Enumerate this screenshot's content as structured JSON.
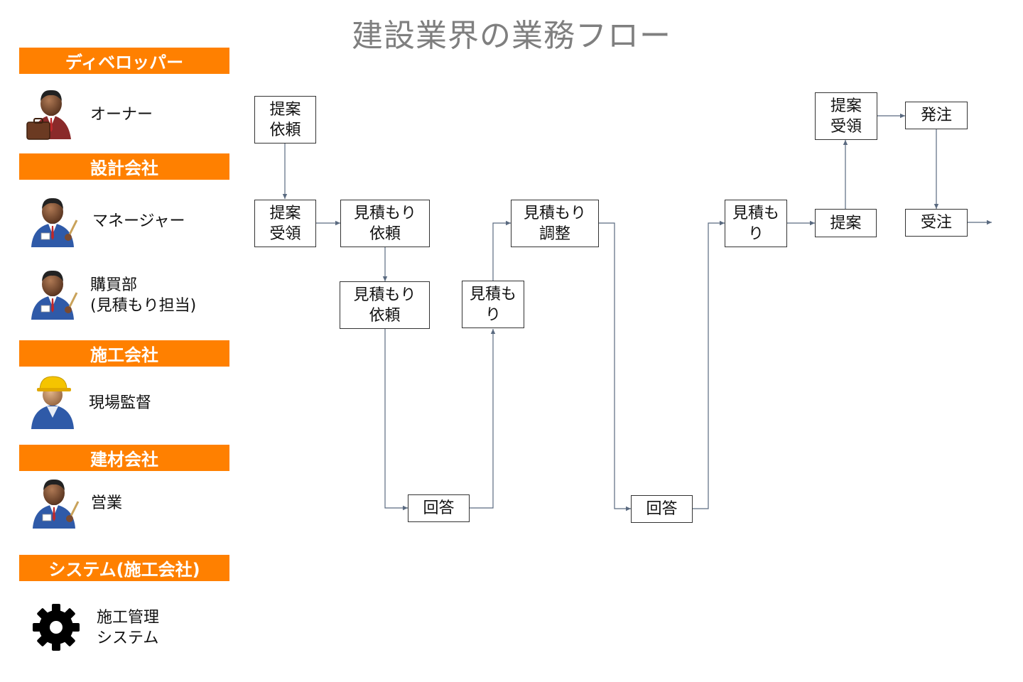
{
  "title": "建設業界の業務フロー",
  "organizations": {
    "developer": "ディベロッパー",
    "design_firm": "設計会社",
    "construction_firm": "施工会社",
    "material_firm": "建材会社",
    "system": "システム(施工会社)"
  },
  "roles": {
    "owner": "オーナー",
    "manager": "マネージャー",
    "purchasing_line1": "購買部",
    "purchasing_line2": "(見積もり担当)",
    "site_supervisor": "現場監督",
    "sales": "営業",
    "system_line1": "施工管理",
    "system_line2": "システム"
  },
  "flow": {
    "proposal_request": [
      "提案",
      "依頼"
    ],
    "proposal_received_1": [
      "提案",
      "受領"
    ],
    "estimate_request_1": [
      "見積もり",
      "依頼"
    ],
    "estimate_request_2": [
      "見積もり",
      "依頼"
    ],
    "reply_1": [
      "回答"
    ],
    "estimate_1": [
      "見積も",
      "り"
    ],
    "estimate_adjust": [
      "見積もり",
      "調整"
    ],
    "reply_2": [
      "回答"
    ],
    "estimate_2": [
      "見積も",
      "り"
    ],
    "proposal": [
      "提案"
    ],
    "proposal_received_2": [
      "提案",
      "受領"
    ],
    "order_placed": [
      "発注"
    ],
    "order_received": [
      "受注"
    ]
  },
  "colors": {
    "org_header": "#ff8000",
    "title": "#7f7f7f",
    "connector": "#5a6a80"
  },
  "icons": [
    "businessman-briefcase-icon",
    "businessman-icon",
    "businessman-icon",
    "worker-hardhat-icon",
    "businessman-icon",
    "gear-icon"
  ]
}
